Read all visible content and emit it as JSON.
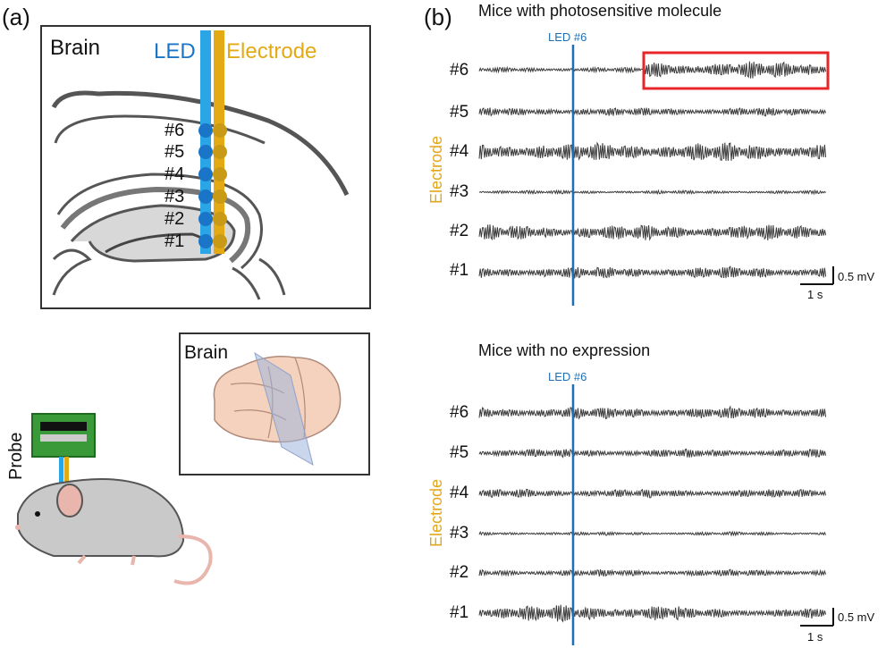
{
  "panel_a": {
    "label": "(a)",
    "brain_title": "Brain",
    "led_label": "LED",
    "electrode_label": "Electrode",
    "site_labels": [
      "#6",
      "#5",
      "#4",
      "#3",
      "#2",
      "#1"
    ],
    "inset_brain_title": "Brain",
    "probe_label": "Probe"
  },
  "panel_b": {
    "label": "(b)",
    "top": {
      "title": "Mice with photosensitive molecule",
      "led_marker": "LED #6",
      "axis_label": "Electrode",
      "traces": [
        "#6",
        "#5",
        "#4",
        "#3",
        "#2",
        "#1"
      ],
      "scale_amplitude": "0.5 mV",
      "scale_time": "1 s"
    },
    "bottom": {
      "title": "Mice with no expression",
      "led_marker": "LED #6",
      "axis_label": "Electrode",
      "traces": [
        "#6",
        "#5",
        "#4",
        "#3",
        "#2",
        "#1"
      ],
      "scale_amplitude": "0.5 mV",
      "scale_time": "1 s"
    }
  },
  "colors": {
    "led": "#2aa6e6",
    "led_dot": "#1a74c7",
    "electrode": "#e3aa16",
    "trace": "#3a3a3a",
    "highlight": "#e8262a",
    "led_marker_line": "#1f6fb4"
  }
}
